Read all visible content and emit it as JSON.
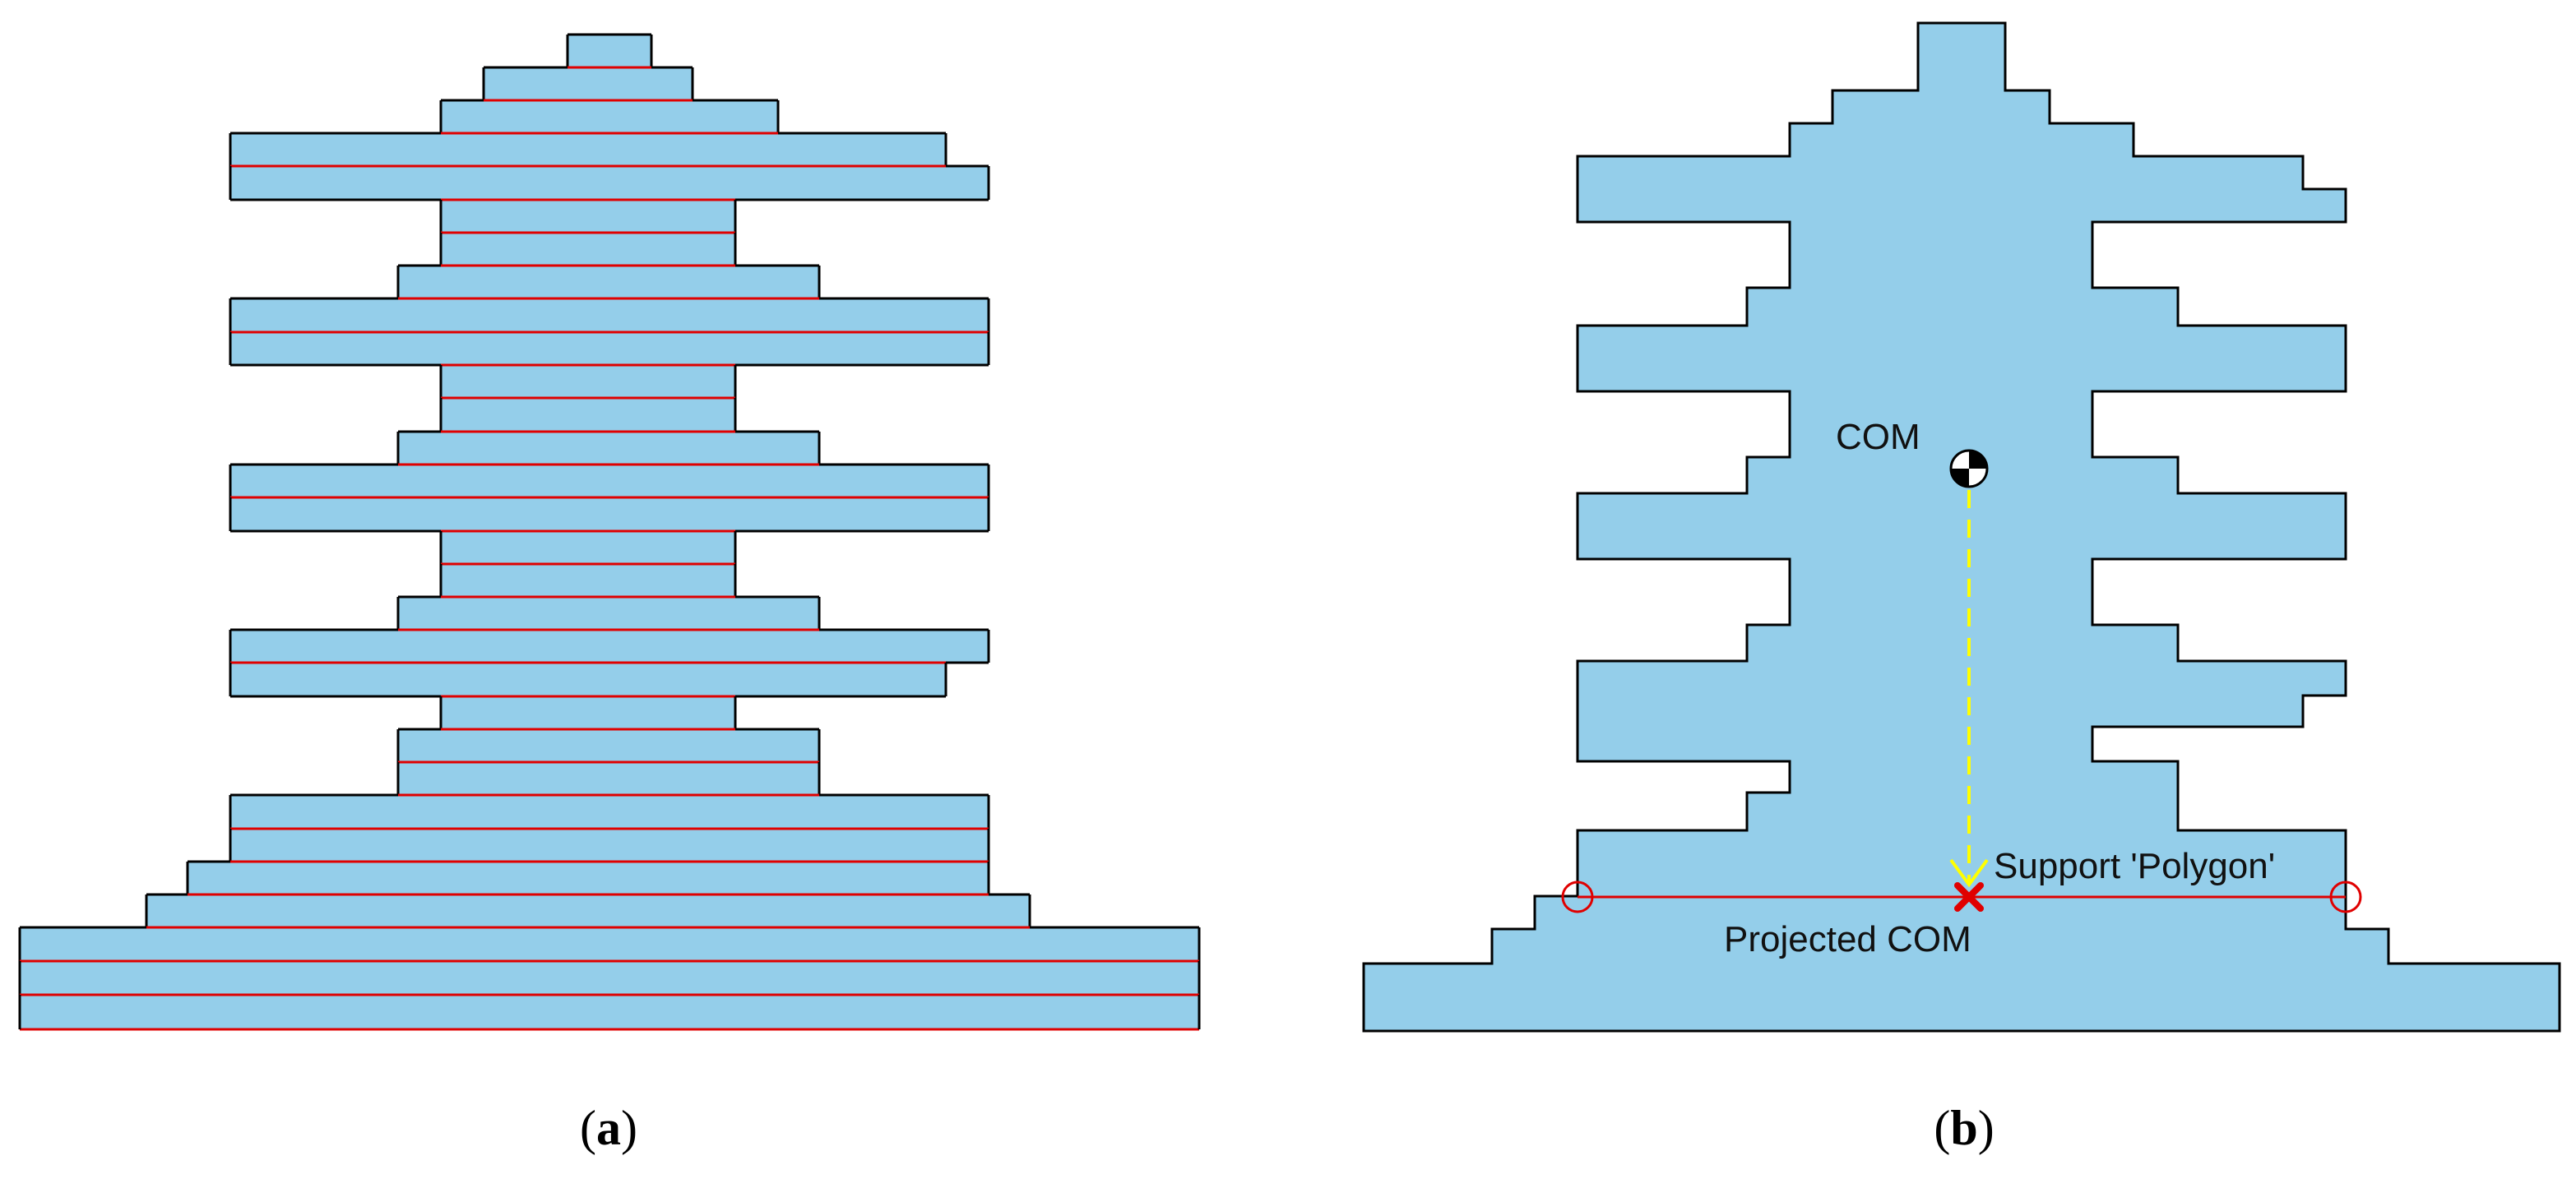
{
  "colors": {
    "fill": "#94ceea",
    "outline": "#000000",
    "layer_line": "#e00000",
    "com_arrow": "#ffff00",
    "marker": "#e00000"
  },
  "panels": {
    "a": {
      "caption_open": "(",
      "caption_letter": "a",
      "caption_close": ")"
    },
    "b": {
      "caption_open": "(",
      "caption_letter": "b",
      "caption_close": ")",
      "labels": {
        "com": "COM",
        "support": "Support 'Polygon'",
        "projected": "Projected COM"
      },
      "icons": {
        "com": "center-of-mass-icon",
        "projected": "projected-com-x-icon",
        "support_ends": "support-edge-circle-icon"
      }
    }
  }
}
